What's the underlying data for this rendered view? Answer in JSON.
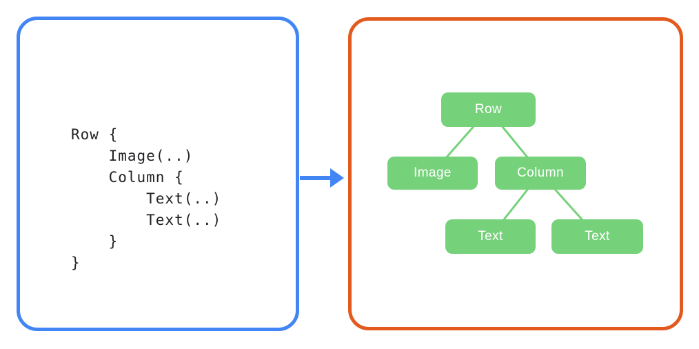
{
  "diagram": {
    "description_colors": {
      "code_panel_border": "#4285F4",
      "arrow": "#4285F4",
      "tree_panel_border": "#E25A1E",
      "node_fill": "#76D27A",
      "node_text": "#FFFFFF",
      "code_text": "#202124"
    },
    "code_panel": {
      "code": "Row {\n    Image(..)\n    Column {\n        Text(..)\n        Text(..)\n    }\n}"
    },
    "tree_panel": {
      "nodes": [
        {
          "id": "row",
          "label": "Row"
        },
        {
          "id": "image",
          "label": "Image"
        },
        {
          "id": "column",
          "label": "Column"
        },
        {
          "id": "text1",
          "label": "Text"
        },
        {
          "id": "text2",
          "label": "Text"
        }
      ],
      "edges": [
        {
          "from": "row",
          "to": "image"
        },
        {
          "from": "row",
          "to": "column"
        },
        {
          "from": "column",
          "to": "text1"
        },
        {
          "from": "column",
          "to": "text2"
        }
      ]
    }
  }
}
